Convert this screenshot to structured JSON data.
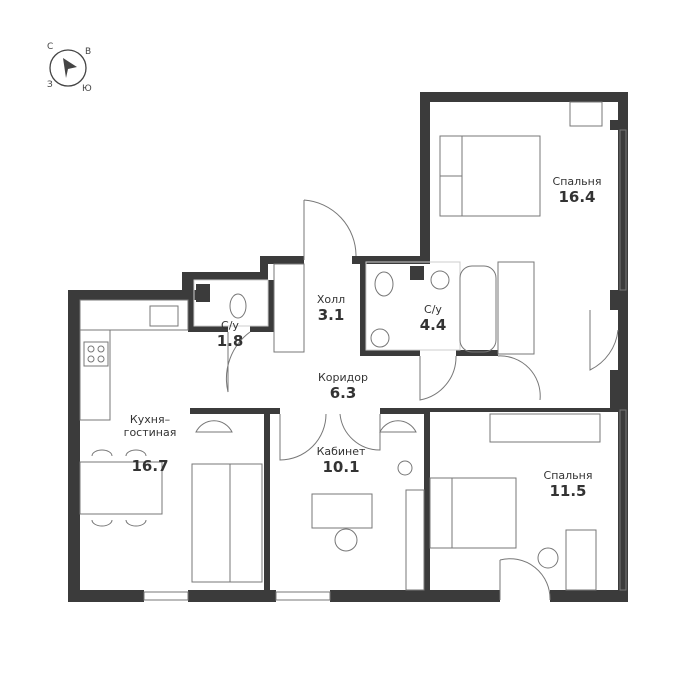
{
  "compass": {
    "n": "С",
    "e": "В",
    "s": "Ю",
    "w": "З"
  },
  "rooms": [
    {
      "name": "Спальня",
      "area": "16.4"
    },
    {
      "name": "Холл",
      "area": "3.1"
    },
    {
      "name": "С/у",
      "area": "1.8"
    },
    {
      "name": "С/у",
      "area": "4.4"
    },
    {
      "name": "Коридор",
      "area": "6.3"
    },
    {
      "name": "Кухня–\nгостиная",
      "area": "16.7"
    },
    {
      "name": "Кабинет",
      "area": "10.1"
    },
    {
      "name": "Спальня",
      "area": "11.5"
    }
  ],
  "colors": {
    "wall": "#3b3b3b",
    "line": "#777777"
  }
}
